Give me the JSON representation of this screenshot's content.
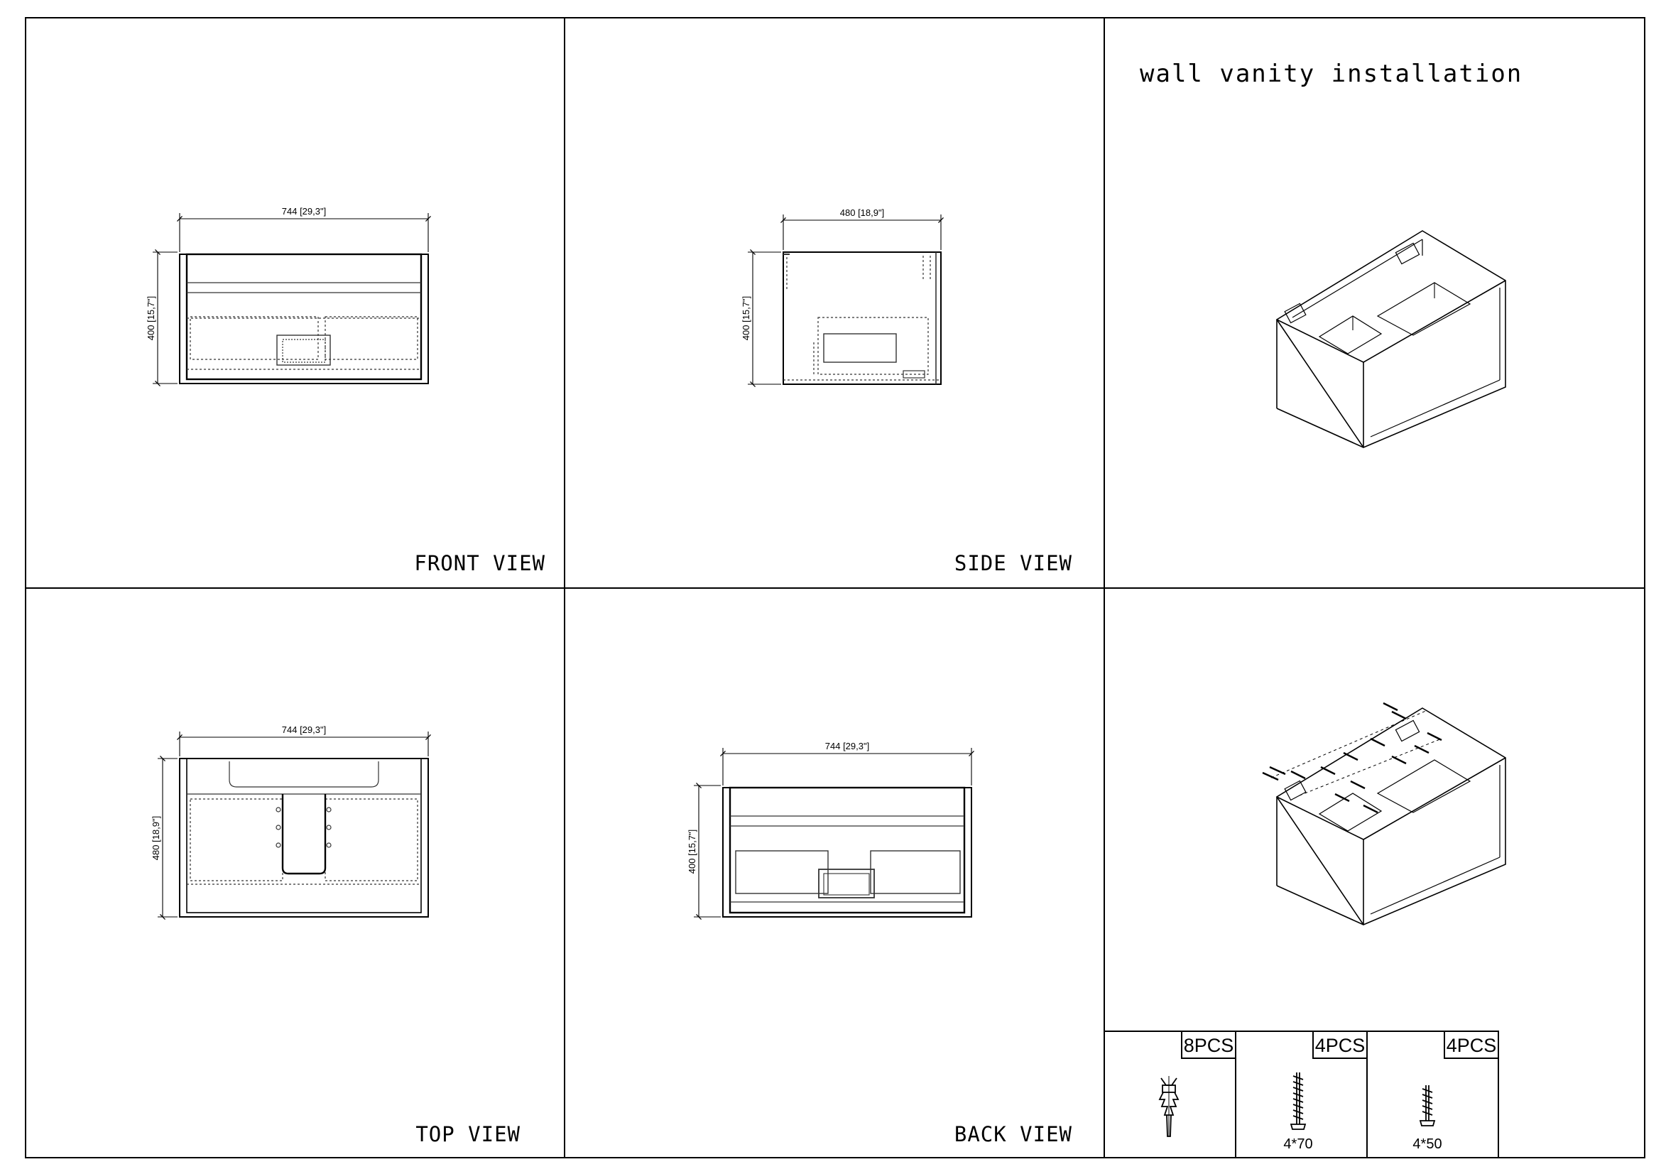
{
  "panels": {
    "front": {
      "label": "FRONT VIEW",
      "width_dim": "744 [29,3\"]",
      "height_dim": "400 [15,7\"]"
    },
    "side": {
      "label": "SIDE VIEW",
      "width_dim": "480 [18,9\"]",
      "height_dim": "400 [15,7\"]"
    },
    "install": {
      "title": "wall vanity installation"
    },
    "top": {
      "label": "TOP VIEW",
      "width_dim": "744 [29,3\"]",
      "height_dim": "480 [18,9\"]"
    },
    "back": {
      "label": "BACK VIEW",
      "width_dim": "744 [29,3\"]",
      "height_dim": "400 [15,7\"]"
    }
  },
  "hardware": [
    {
      "qty": "8PCS",
      "item": "wall-anchor",
      "size": ""
    },
    {
      "qty": "4PCS",
      "item": "long-screw",
      "size": "4*70"
    },
    {
      "qty": "4PCS",
      "item": "short-screw",
      "size": "4*50"
    }
  ]
}
